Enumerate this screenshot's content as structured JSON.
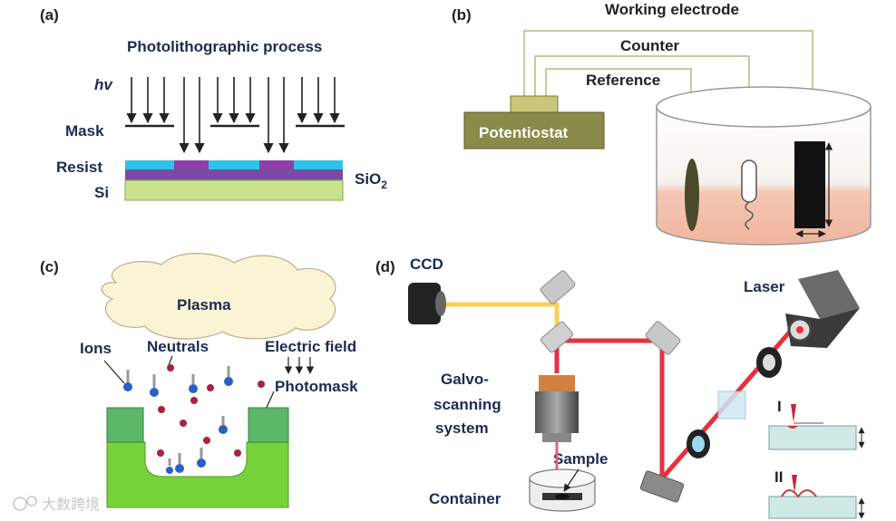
{
  "panel_a": {
    "tag": "(a)",
    "title": "Photolithographic process",
    "labels": {
      "hv": "hv",
      "mask": "Mask",
      "resist": "Resist",
      "si": "Si",
      "sio2": "SiO",
      "sio2_sub": "2"
    }
  },
  "panel_b": {
    "tag": "(b)",
    "labels": {
      "working": "Working electrode",
      "counter": "Counter",
      "reference": "Reference",
      "potentiostat": "Potentiostat"
    }
  },
  "panel_c": {
    "tag": "(c)",
    "labels": {
      "plasma": "Plasma",
      "ions": "Ions",
      "neutrals": "Neutrals",
      "efield": "Electric field",
      "photomask": "Photomask"
    }
  },
  "panel_d": {
    "tag": "(d)",
    "labels": {
      "ccd": "CCD",
      "laser": "Laser",
      "galvo1": "Galvo-",
      "galvo2": "scanning",
      "galvo3": "system",
      "sample": "Sample",
      "container": "Container",
      "inset1": "I",
      "inset2": "II"
    }
  },
  "watermark": {
    "text": "大数跨境"
  },
  "colors": {
    "label_navy": "#1d2a55",
    "resist_cyan": "#2ec4e8",
    "resist_purple": "#8e3fa9",
    "si_green": "#c8e38c",
    "potentiostat": "#8a8a4a",
    "plasma_fill": "#fbf4d4",
    "substrate_green": "#78d23a",
    "beam_red": "#e83040",
    "beam_yellow": "#f5d25a"
  }
}
